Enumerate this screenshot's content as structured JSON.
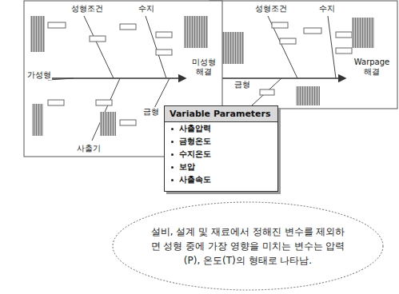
{
  "diagram": {
    "nodes": [
      {
        "text": [
          "Variable Parameters",
          "사출압력",
          "금형온도",
          "수지온도",
          "보압",
          "사출속도"
        ]
      },
      {
        "text": [
          "설비, 설계 및 재료에서 정해진 변수를 제외하면 성형 중에 가장 영향을 미치는 변수는 압력(P), 온도(T)의 형태로 나타남."
        ]
      }
    ],
    "labels": [
      "성형조건",
      "수지",
      "미성형 해결",
      "가성형",
      "사출기",
      "금형",
      "성형조건",
      "수지",
      "Warpage 해결",
      "금형"
    ]
  }
}
